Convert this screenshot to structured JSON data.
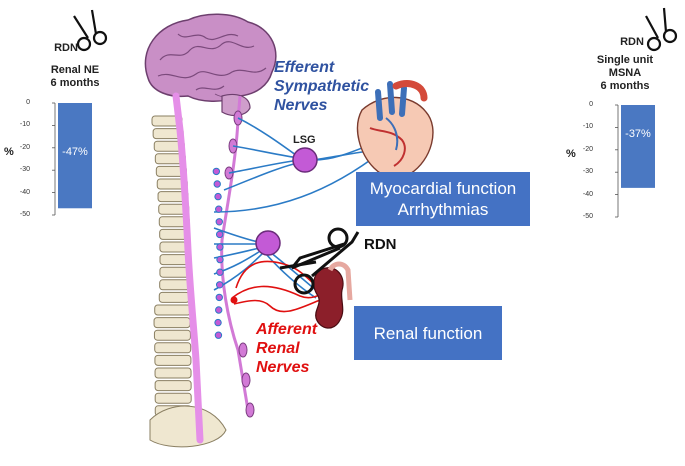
{
  "left_panel": {
    "label": "RDN",
    "title_line1": "Renal NE",
    "title_line2": "6 months",
    "axis_symbol": "%",
    "ticks": [
      "0",
      "-10",
      "-20",
      "-30",
      "-40",
      "-50"
    ]
  },
  "right_panel": {
    "label": "RDN",
    "title_line1": "Single unit",
    "title_line2": "MSNA",
    "title_line3": "6 months",
    "axis_symbol": "%",
    "ticks": [
      "0",
      "-10",
      "-20",
      "-30",
      "-40",
      "-50"
    ]
  },
  "chart_data": [
    {
      "type": "bar",
      "categories": [
        ""
      ],
      "values": [
        -47
      ],
      "data_labels": [
        "-47%"
      ],
      "title": "Renal NE 6 months",
      "ylabel": "%",
      "ylim": [
        -50,
        0
      ]
    },
    {
      "type": "bar",
      "categories": [
        ""
      ],
      "values": [
        -37
      ],
      "data_labels": [
        "-37%"
      ],
      "title": "Single unit MSNA 6 months",
      "ylabel": "%",
      "ylim": [
        -50,
        0
      ]
    }
  ],
  "diagram": {
    "efferent_line1": "Efferent",
    "efferent_line2": "Sympathetic",
    "efferent_line3": "Nerves",
    "lsg_label": "LSG",
    "rdn_label": "RDN",
    "afferent_line1": "Afferent",
    "afferent_line2": "Renal",
    "afferent_line3": "Nerves",
    "myocardial_line1": "Myocardial function",
    "myocardial_line2": "Arrhythmias",
    "renal_box": "Renal function"
  },
  "colors": {
    "box_fill": "#4472c4",
    "bar_fill": "#4a78c2",
    "efferent_blue": "#2f52a0",
    "nerve_blue": "#2b7bc6",
    "afferent_red": "#e01010",
    "ganglion_purple": "#c35ad6",
    "spinal_cord": "#e58fe8",
    "brain": "#c98fc6",
    "bone": "#efe7d0"
  },
  "icons": [
    "scissors-icon",
    "brain-icon",
    "heart-icon",
    "kidney-icon"
  ]
}
